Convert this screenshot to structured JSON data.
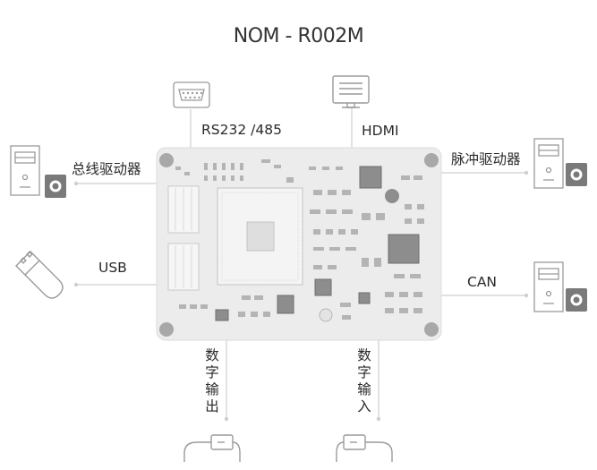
{
  "title": "NOM - R002M",
  "labels": {
    "rs232": "RS232 /485",
    "hdmi": "HDMI",
    "bus_driver": "总线驱动器",
    "pulse_driver": "脉冲驱动器",
    "usb": "USB",
    "can": "CAN",
    "digital_out": "数字输出",
    "digital_in": "数字输入"
  },
  "icons": {
    "serial": "serial-port-icon",
    "monitor": "monitor-icon",
    "pc": "computer-tower-icon",
    "usb": "usb-drive-icon",
    "plug": "plug-connector-icon"
  },
  "colors": {
    "line": "#c9c9c9",
    "icon": "#9a9a9a",
    "board": "#ededed",
    "mount": "#a9a9a9"
  }
}
